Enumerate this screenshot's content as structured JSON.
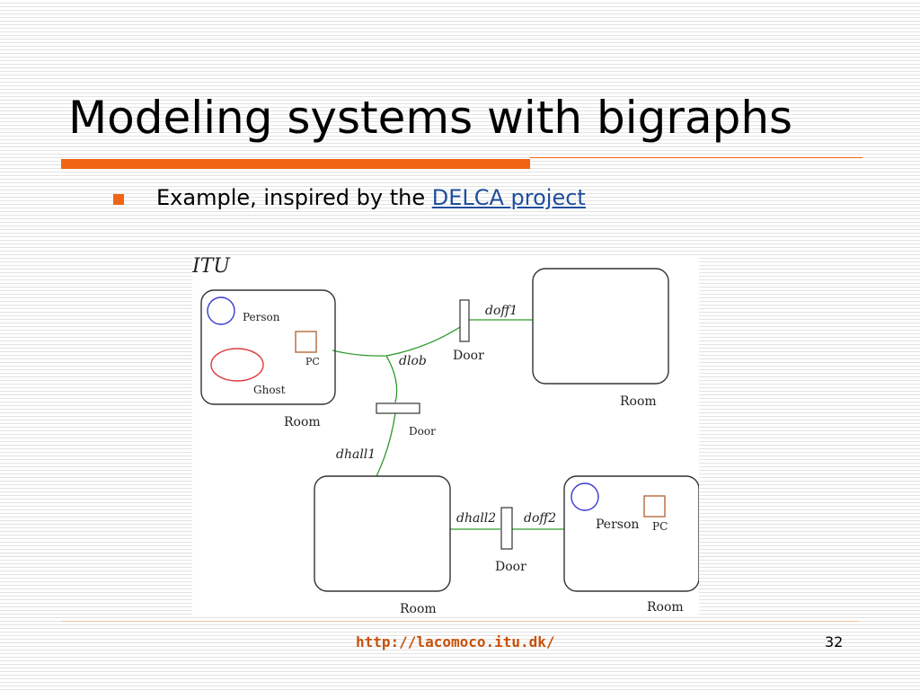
{
  "slide": {
    "title": "Modeling systems with bigraphs",
    "bullet_text": "Example, inspired by the ",
    "bullet_link": "DELCA project",
    "footer_url": "http://lacomoco.itu.dk/",
    "page_number": "32",
    "accent_color": "#f06514",
    "link_color": "#1f4e9c"
  },
  "diagram": {
    "root_label": "ITU",
    "labels": {
      "person_top": "Person",
      "pc_top": "PC",
      "ghost": "Ghost",
      "room_top_left": "Room",
      "room_top_right": "Room",
      "room_bottom_left": "Room",
      "room_bottom_right": "Room",
      "door_top": "Door",
      "door_middle": "Door",
      "door_bottom": "Door",
      "person_bottom": "Person",
      "pc_bottom": "PC"
    },
    "links": {
      "doff1": "doff1",
      "dlob": "dlob",
      "dhall1": "dhall1",
      "dhall2": "dhall2",
      "doff2": "doff2"
    },
    "colors": {
      "link": "#2e9a2e",
      "person": "#3a3ad0",
      "ghost": "#e03a3a",
      "pc": "#b46a3c"
    }
  }
}
